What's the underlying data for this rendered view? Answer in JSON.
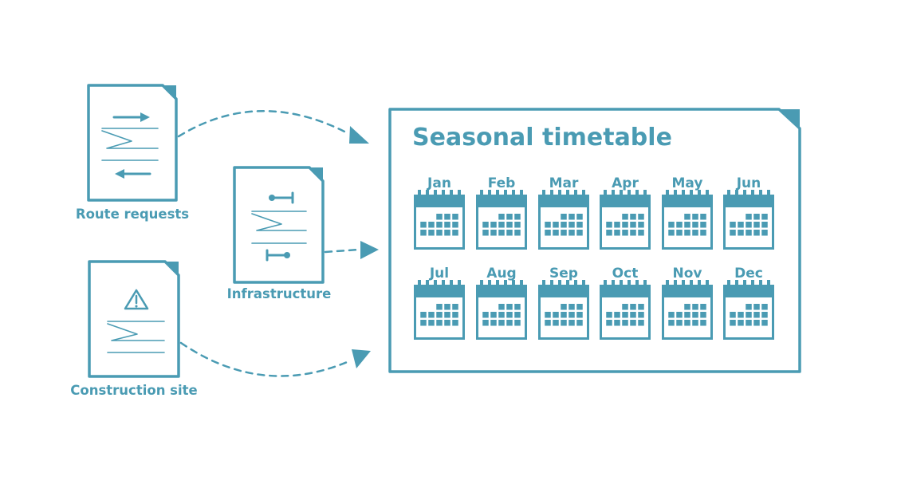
{
  "colors": {
    "accent": "#4a9bb3",
    "background": "#ffffff"
  },
  "inputs": {
    "route_requests": {
      "label": "Route requests"
    },
    "construction_site": {
      "label": "Construction site"
    },
    "infrastructure": {
      "label": "Infrastructure"
    }
  },
  "timetable": {
    "title": "Seasonal timetable",
    "months": [
      "Jan",
      "Feb",
      "Mar",
      "Apr",
      "May",
      "Jun",
      "Jul",
      "Aug",
      "Sep",
      "Oct",
      "Nov",
      "Dec"
    ]
  },
  "icons": {
    "route_requests": "route-arrows-document-icon",
    "construction_site": "warning-triangle-document-icon",
    "infrastructure": "track-signal-document-icon",
    "calendar": "calendar-icon"
  }
}
